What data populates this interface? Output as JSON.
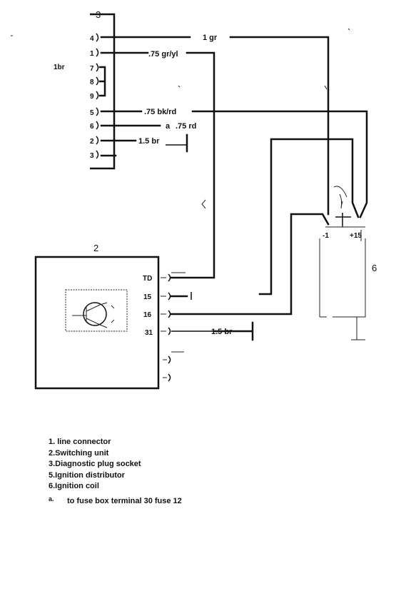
{
  "component_labels": {
    "plug": "3",
    "switching_unit": "2",
    "ignition_coil": "6"
  },
  "plug_pins": [
    "4",
    "1",
    "7",
    "8",
    "9",
    "5",
    "6",
    "2",
    "3"
  ],
  "bridge_label": "1br",
  "wire_labels": {
    "w4": "1 gr",
    "w1": ".75 gr/yl",
    "w5": ".75 bk/rd",
    "w6_mark": "a",
    "w6": ".75 rd",
    "w2": "1.5 br",
    "w31": "1.5 br"
  },
  "unit_pins": [
    "TD",
    "15",
    "16",
    "31"
  ],
  "coil_terminals": {
    "minus": "-1",
    "plus": "+15"
  },
  "legend": [
    "1. line connector",
    "2.Switching unit",
    "3.Diagnostic plug socket",
    "5.Ignition distributor",
    "6.Ignition coil"
  ],
  "note": {
    "marker": "a.",
    "text": "to fuse box terminal 30 fuse 12"
  }
}
